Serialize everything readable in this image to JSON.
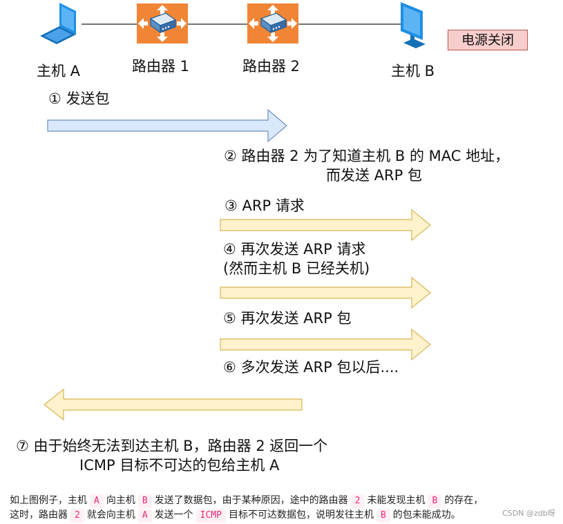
{
  "devices": {
    "host_a": "主机 A",
    "router_1": "路由器 1",
    "router_2": "路由器 2",
    "host_b": "主机 B",
    "power_label": "电源关闭"
  },
  "steps": {
    "s1": "① 发送包",
    "s2_line1": "② 路由器 2 为了知道主机 B 的 MAC 地址，",
    "s2_line2": "而发送 ARP 包",
    "s3": "③ ARP 请求",
    "s4_line1": "④ 再次发送 ARP 请求",
    "s4_line2": "(然而主机 B 已经关机)",
    "s5": "⑤ 再次发送 ARP 包",
    "s6": "⑥ 多次发送 ARP 包以后....",
    "s7_line1": "⑦ 由于始终无法到达主机 B，路由器 2 返回一个",
    "s7_line2": "ICMP 目标不可达的包给主机 A"
  },
  "caption": {
    "line1": [
      "如上图例子，主机",
      "A",
      "向主机",
      "B",
      "发送了数据包，由于某种原因，途中的路由器",
      "2",
      "未能发现主机",
      "B",
      "的存在，"
    ],
    "line2": [
      "这时，路由器",
      "2",
      "就会向主机",
      "A",
      "发送一个",
      "ICMP",
      "目标不可达数据包，说明发往主机",
      "B",
      "的包未能成功。"
    ]
  },
  "watermark": "CSDN @zdb呀",
  "colors": {
    "blue_arrow_fill": "#dae8fc",
    "blue_arrow_stroke": "#6c8ebf",
    "yellow_arrow_fill": "#fff2cc",
    "yellow_arrow_stroke": "#d6b656",
    "router_orange": "#f08536",
    "computer_blue": "#1f8fe5",
    "power_fill": "#f8cecc",
    "highlight_text": "#e8287a"
  }
}
